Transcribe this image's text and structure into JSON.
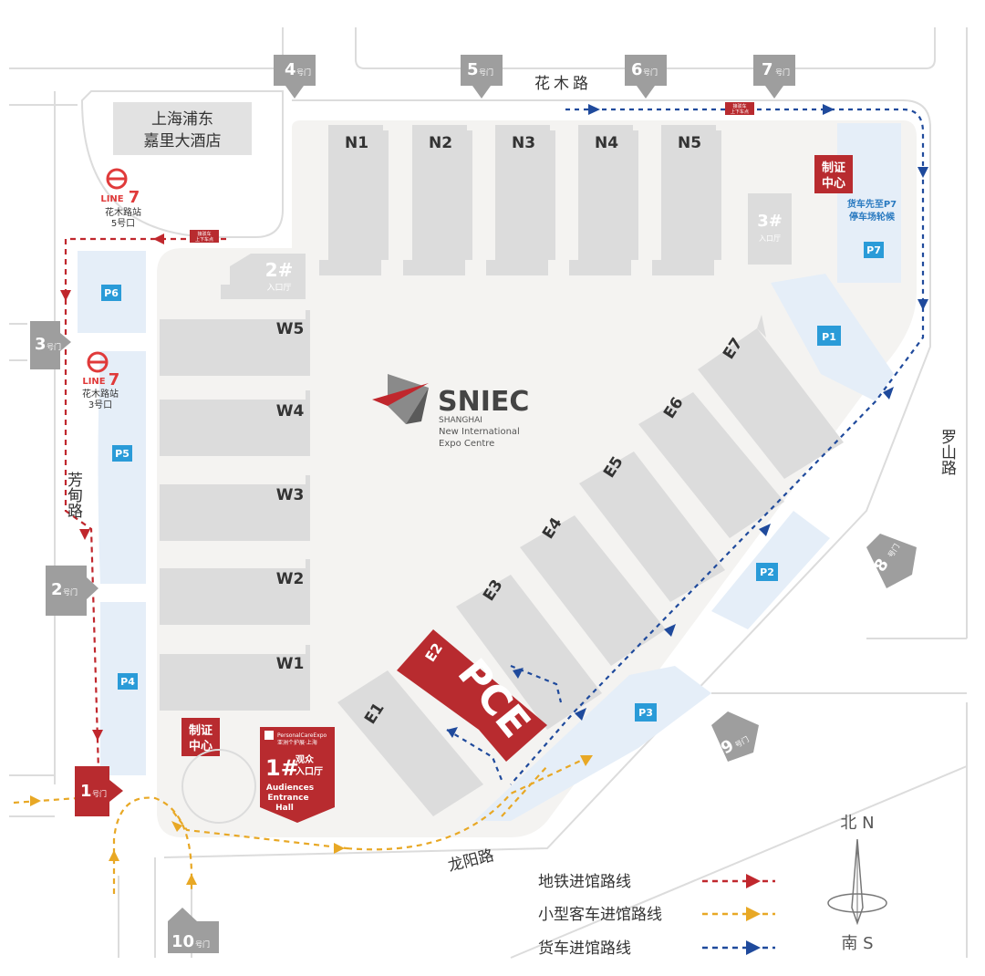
{
  "roads": {
    "north": "花木路",
    "west": "芳甸路",
    "south": "龙阳路",
    "east": "罗山路"
  },
  "hotel": {
    "line1": "上海浦东",
    "line2": "嘉里大酒店"
  },
  "metro": [
    {
      "line": "LINE",
      "num": "7",
      "station": "花木路站",
      "exit": "5号口"
    },
    {
      "line": "LINE",
      "num": "7",
      "station": "花木路站",
      "exit": "3号口"
    }
  ],
  "gates": [
    {
      "num": "1",
      "sub": "号门"
    },
    {
      "num": "2",
      "sub": "号门"
    },
    {
      "num": "3",
      "sub": "号门"
    },
    {
      "num": "4",
      "sub": "号门"
    },
    {
      "num": "5",
      "sub": "号门"
    },
    {
      "num": "6",
      "sub": "号门"
    },
    {
      "num": "7",
      "sub": "号门"
    },
    {
      "num": "8",
      "sub": "号门"
    },
    {
      "num": "9",
      "sub": "号门"
    },
    {
      "num": "10",
      "sub": "号门"
    }
  ],
  "halls_north": [
    "N1",
    "N2",
    "N3",
    "N4",
    "N5"
  ],
  "halls_west": [
    "W5",
    "W4",
    "W3",
    "W2",
    "W1"
  ],
  "halls_east": [
    "E1",
    "E2",
    "E3",
    "E4",
    "E5",
    "E6",
    "E7"
  ],
  "parking": [
    "P1",
    "P2",
    "P3",
    "P4",
    "P5",
    "P6",
    "P7"
  ],
  "entrances": {
    "e2_num": "2#",
    "e2_label": "入口厅",
    "e3_num": "3#",
    "e3_label": "入口厅",
    "e1_num": "1#",
    "e1_label1": "观众",
    "e1_label2": "入口厅",
    "e1_en1": "Audiences",
    "e1_en2": "Entrance",
    "e1_en3": "Hall",
    "e1_brand": "PersonalCareExpo",
    "e1_brand_cn": "亚洲个护展·上海"
  },
  "cert_centers": [
    {
      "line1": "制证",
      "line2": "中心"
    },
    {
      "line1": "制证",
      "line2": "中心"
    }
  ],
  "truck_note": {
    "line1": "货车先至P7",
    "line2": "停车场轮候"
  },
  "dropoff": {
    "line1": "接驳车",
    "line2": "上下车点"
  },
  "venue": {
    "name": "SNIEC",
    "en1": "SHANGHAI",
    "en2": "New International",
    "en3": "Expo Centre"
  },
  "pce": "PCE",
  "legend": [
    {
      "label": "地铁进馆路线",
      "color": "#c0272d"
    },
    {
      "label": "小型客车进馆路线",
      "color": "#e8a825"
    },
    {
      "label": "货车进馆路线",
      "color": "#1f4a9c"
    }
  ],
  "compass": {
    "north": "北 N",
    "south": "南 S"
  }
}
